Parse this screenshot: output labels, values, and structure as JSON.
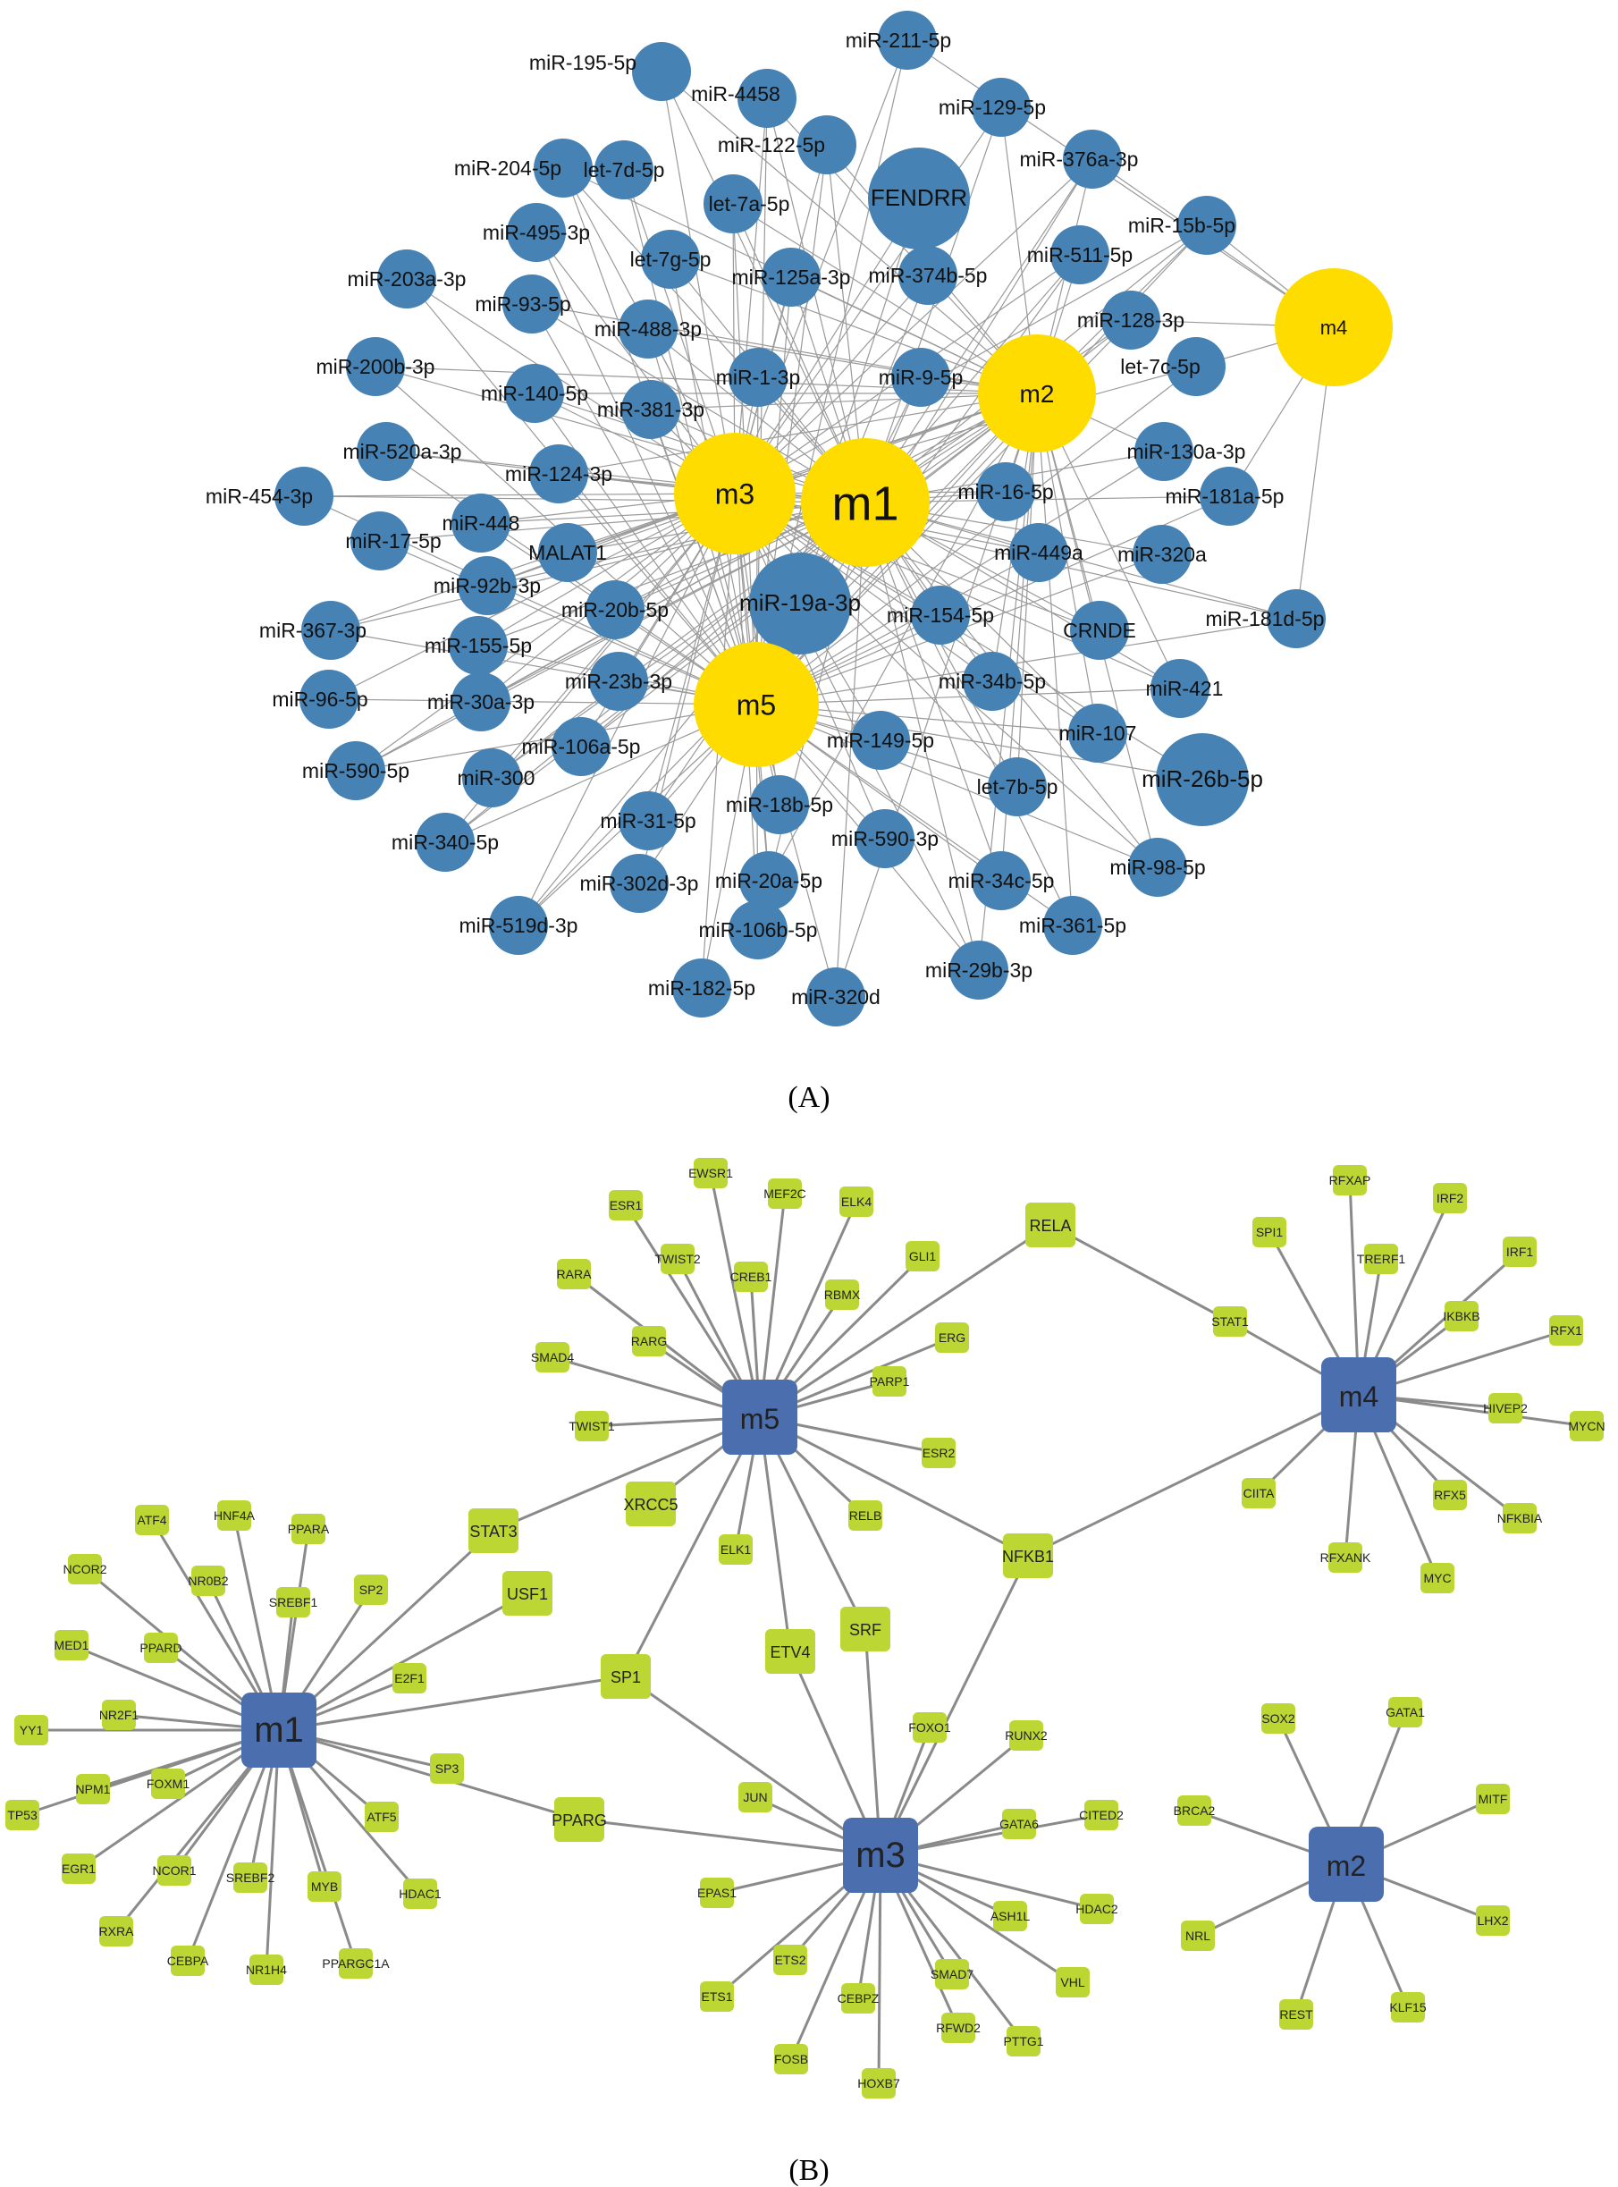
{
  "panels": [
    {
      "id": "A",
      "label": "(A)"
    },
    {
      "id": "B",
      "label": "(B)"
    }
  ],
  "colors": {
    "module": "#FFDC00",
    "ncrna": "#4682B4",
    "module_box": "#4A6EAE",
    "gene_box": "#BCD634",
    "edge": "#9a9a9a"
  },
  "diagram_a": {
    "modules": [
      {
        "id": "m1",
        "label": "m1"
      },
      {
        "id": "m2",
        "label": "m2"
      },
      {
        "id": "m3",
        "label": "m3"
      },
      {
        "id": "m4",
        "label": "m4"
      },
      {
        "id": "m5",
        "label": "m5"
      }
    ],
    "ncrnas": [
      "miR-195-5p",
      "miR-4458",
      "miR-211-5p",
      "miR-129-5p",
      "miR-122-5p",
      "FENDRR",
      "miR-376a-3p",
      "miR-204-5p",
      "let-7d-5p",
      "let-7a-5p",
      "miR-15b-5p",
      "miR-495-3p",
      "let-7g-5p",
      "miR-511-5p",
      "miR-203a-3p",
      "miR-93-5p",
      "miR-125a-3p",
      "miR-374b-5p",
      "miR-128-3p",
      "miR-488-3p",
      "let-7c-5p",
      "miR-200b-3p",
      "miR-140-5p",
      "miR-1-3p",
      "miR-9-5p",
      "miR-381-3p",
      "miR-520a-3p",
      "miR-130a-3p",
      "miR-124-3p",
      "miR-454-3p",
      "miR-181a-5p",
      "miR-16-5p",
      "miR-448",
      "miR-17-5p",
      "MALAT1",
      "miR-449a",
      "miR-320a",
      "miR-92b-3p",
      "miR-181d-5p",
      "miR-19a-3p",
      "miR-20b-5p",
      "miR-154-5p",
      "miR-367-3p",
      "CRNDE",
      "miR-155-5p",
      "miR-23b-3p",
      "miR-34b-5p",
      "miR-421",
      "miR-96-5p",
      "miR-30a-3p",
      "miR-107",
      "miR-149-5p",
      "miR-106a-5p",
      "miR-590-5p",
      "miR-26b-5p",
      "miR-300",
      "let-7b-5p",
      "miR-18b-5p",
      "miR-31-5p",
      "miR-340-5p",
      "miR-590-3p",
      "miR-20a-5p",
      "miR-98-5p",
      "miR-302d-3p",
      "miR-34c-5p",
      "miR-519d-3p",
      "miR-106b-5p",
      "miR-361-5p",
      "miR-29b-3p",
      "miR-182-5p",
      "miR-320d"
    ]
  },
  "diagram_b": {
    "modules": [
      "m1",
      "m2",
      "m3",
      "m4",
      "m5"
    ],
    "genes": [
      "EWSR1",
      "MEF2C",
      "ESR1",
      "ELK4",
      "RFXAP",
      "TWIST2",
      "RELA",
      "IRF2",
      "CREB1",
      "GLI1",
      "SPI1",
      "RARA",
      "TRERF1",
      "IRF1",
      "RBMX",
      "IKBKB",
      "STAT1",
      "RARG",
      "ERG",
      "RFX1",
      "SMAD4",
      "PARP1",
      "HIVEP2",
      "MYCN",
      "TWIST1",
      "ESR2",
      "ATF4",
      "HNF4A",
      "PPARA",
      "XRCC5",
      "CIITA",
      "RFX5",
      "STAT3",
      "NFKBIA",
      "RELB",
      "ELK1",
      "NCOR2",
      "NR0B2",
      "NFKB1",
      "RFXANK",
      "SREBF1",
      "SP2",
      "MYC",
      "USF1",
      "PPARD",
      "MED1",
      "SRF",
      "E2F1",
      "ETV4",
      "SP1",
      "SOX2",
      "GATA1",
      "YY1",
      "NR2F1",
      "FOXO1",
      "RUNX2",
      "FOXM1",
      "NPM1",
      "SP3",
      "TP53",
      "JUN",
      "MITF",
      "CITED2",
      "BRCA2",
      "GATA6",
      "ATF5",
      "PPARG",
      "EGR1",
      "NCOR1",
      "HDAC1",
      "SREBF2",
      "HDAC2",
      "MYB",
      "EPAS1",
      "ASH1L",
      "NRL",
      "RXRA",
      "LHX2",
      "CEBPA",
      "NR1H4",
      "PPARGC1A",
      "ETS2",
      "VHL",
      "SMAD7",
      "REST",
      "KLF15",
      "ETS1",
      "CEBPZ",
      "PTTG1",
      "FOSB",
      "RFWD2",
      "HOXB7"
    ]
  }
}
